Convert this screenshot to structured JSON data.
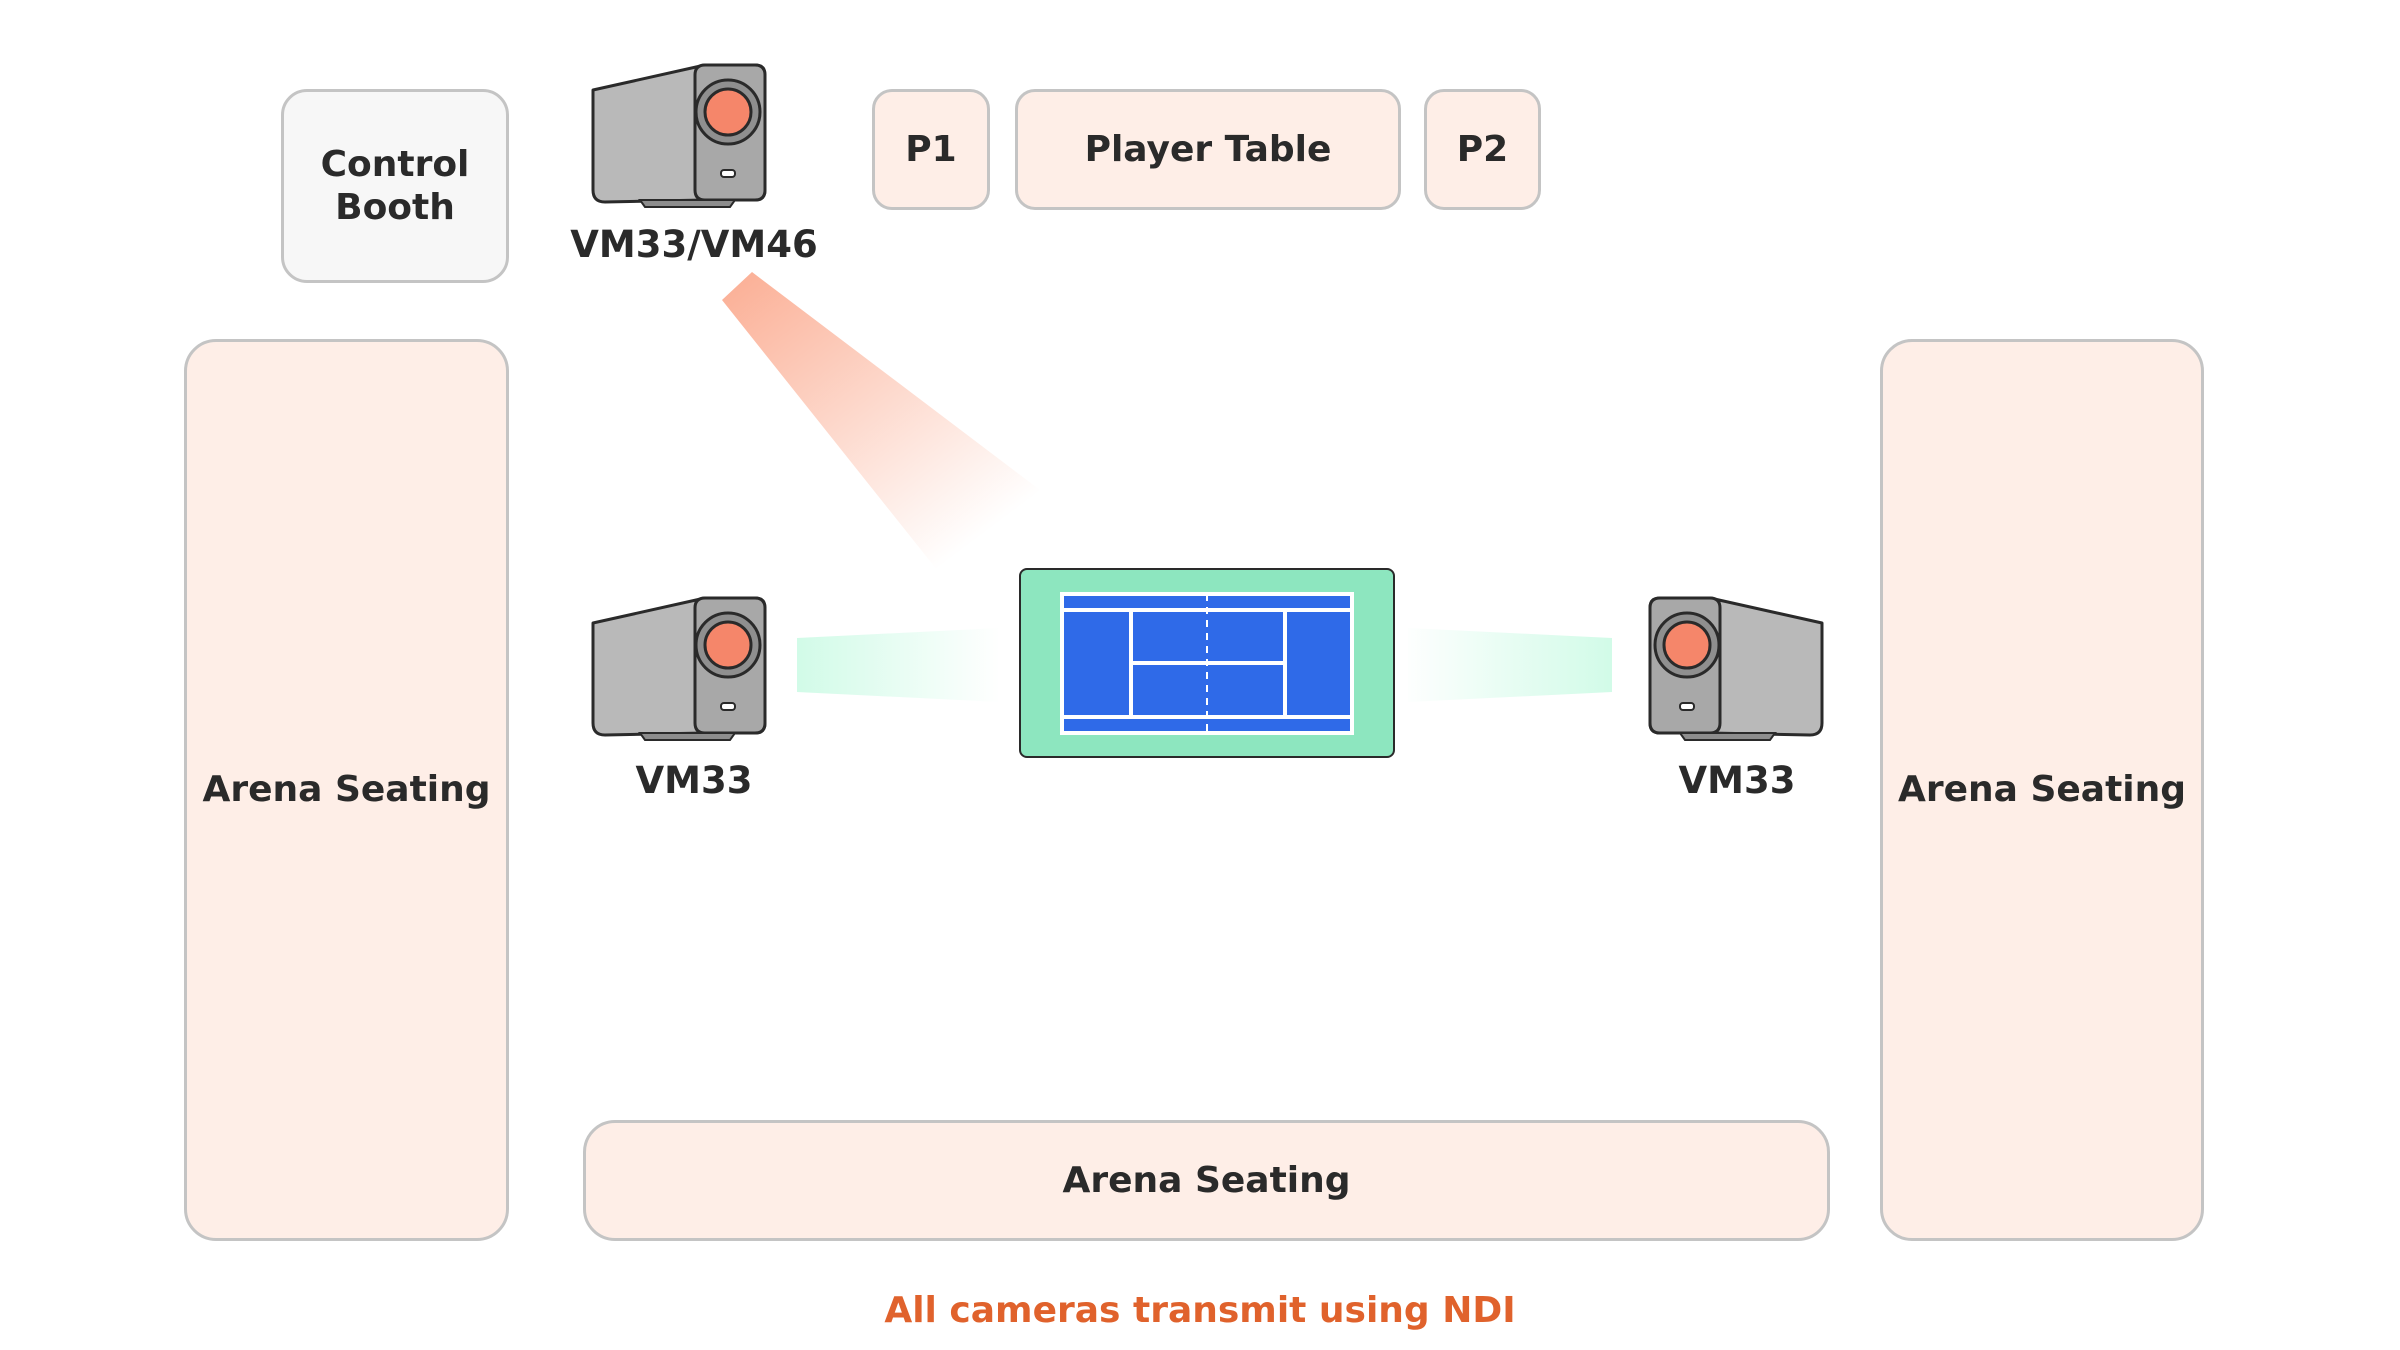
{
  "control_booth": {
    "label_line1": "Control",
    "label_line2": "Booth"
  },
  "player_area": {
    "p1": "P1",
    "table": "Player Table",
    "p2": "P2"
  },
  "seating": {
    "left": "Arena Seating",
    "right": "Arena Seating",
    "bottom": "Arena Seating"
  },
  "cameras": {
    "top": {
      "label": "VM33/VM46",
      "icon": "camera-icon"
    },
    "left": {
      "label": "VM33",
      "icon": "camera-icon"
    },
    "right": {
      "label": "VM33",
      "icon": "camera-icon"
    }
  },
  "court": {
    "icon": "tennis-court-icon"
  },
  "footer": {
    "note": "All cameras transmit using NDI"
  },
  "colors": {
    "seating_fill": "#feeee7",
    "booth_fill": "#f7f7f7",
    "border": "#c4c4c4",
    "court_surround": "#8de6bf",
    "court_surface": "#2f6ae8",
    "camera_body": "#b9b9b9",
    "lens": "#f5866a",
    "beam_orange": "#fbb198",
    "beam_mint": "#d2fbe8",
    "footer_text": "#e0622c"
  }
}
